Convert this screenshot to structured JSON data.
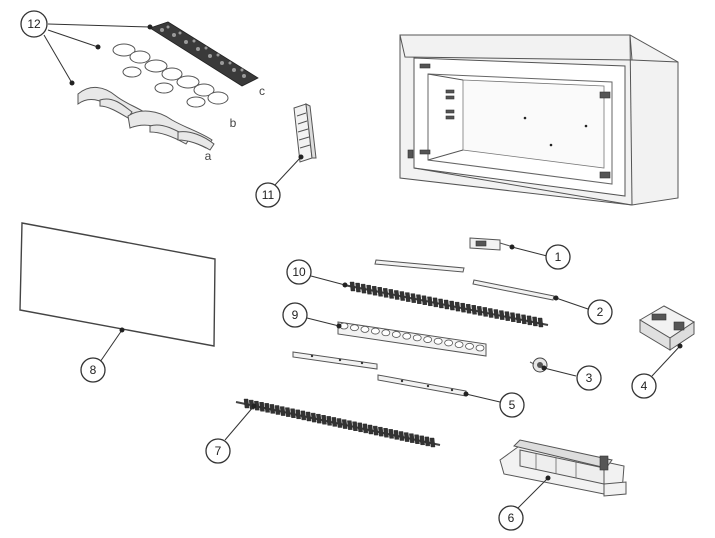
{
  "callouts": {
    "c1": "1",
    "c2": "2",
    "c3": "3",
    "c4": "4",
    "c5": "5",
    "c6": "6",
    "c7": "7",
    "c8": "8",
    "c9": "9",
    "c10": "10",
    "c11": "11",
    "c12": "12"
  },
  "sub_letters": {
    "a": "a",
    "b": "b",
    "c": "c"
  }
}
